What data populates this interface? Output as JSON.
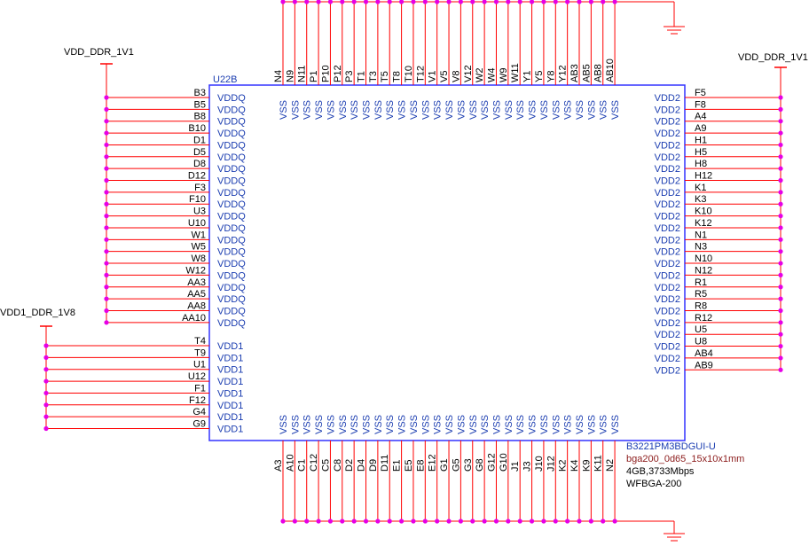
{
  "part": {
    "ref": "U22B",
    "value": "B3221PM3BDGUI-U",
    "footprint": "bga200_0d65_15x10x1mm",
    "desc": "4GB,3733Mbps",
    "package": "WFBGA-200"
  },
  "nets": {
    "left_top": "VDD_DDR_1V1",
    "left_bottom": "VDD1_DDR_1V8",
    "right": "VDD_DDR_1V1"
  },
  "pin_names": {
    "vddq": "VDDQ",
    "vdd1": "VDD1",
    "vdd2": "VDD2",
    "vss": "VSS"
  },
  "pins": {
    "vddq": [
      "B3",
      "B5",
      "B8",
      "B10",
      "D1",
      "D5",
      "D8",
      "D12",
      "F3",
      "F10",
      "U3",
      "U10",
      "W1",
      "W5",
      "W8",
      "W12",
      "AA3",
      "AA5",
      "AA8",
      "AA10"
    ],
    "vdd1": [
      "T4",
      "T9",
      "U1",
      "U12",
      "F1",
      "F12",
      "G4",
      "G9"
    ],
    "vdd2": [
      "F5",
      "F8",
      "A4",
      "A9",
      "H1",
      "H5",
      "H8",
      "H12",
      "K1",
      "K3",
      "K10",
      "K12",
      "N1",
      "N3",
      "N10",
      "N12",
      "R1",
      "R5",
      "R8",
      "R12",
      "U5",
      "U8",
      "AB4",
      "AB9"
    ],
    "vss_top": [
      "N4",
      "N9",
      "N11",
      "P1",
      "P10",
      "P12",
      "P3",
      "T1",
      "T3",
      "T5",
      "T8",
      "T10",
      "T12",
      "V1",
      "V5",
      "V8",
      "V12",
      "W2",
      "W4",
      "W9",
      "W11",
      "Y1",
      "Y5",
      "Y8",
      "Y12",
      "AB3",
      "AB5",
      "AB8",
      "AB10"
    ],
    "vss_bottom": [
      "A3",
      "A10",
      "C1",
      "C12",
      "C5",
      "C8",
      "D2",
      "D4",
      "D9",
      "D11",
      "E1",
      "E5",
      "E8",
      "E12",
      "G1",
      "G5",
      "G3",
      "G8",
      "G12",
      "G10",
      "J1",
      "J3",
      "J10",
      "J12",
      "K2",
      "K4",
      "K9",
      "K11",
      "N2"
    ]
  },
  "colors": {
    "wire": "#ff0000",
    "body": "#3333ff",
    "junction": "#e600e6",
    "net": "#8b1a1a"
  }
}
